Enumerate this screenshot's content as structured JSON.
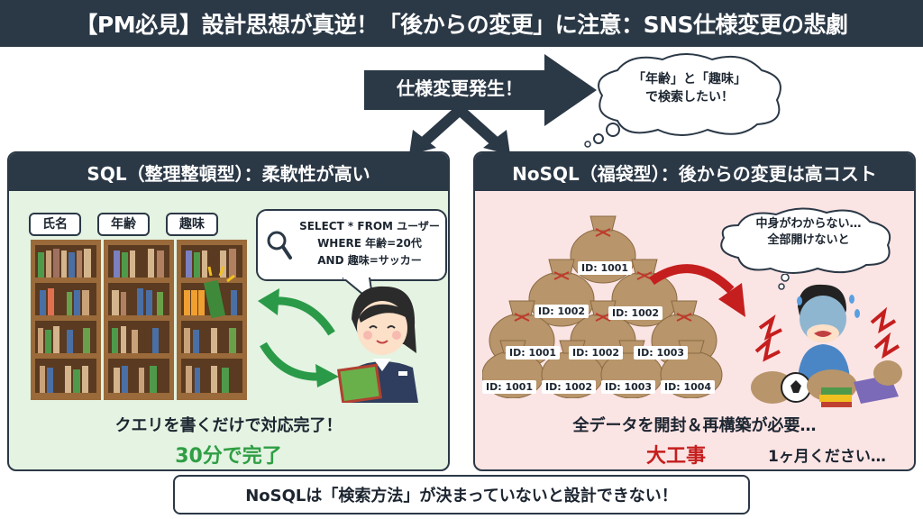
{
  "header": {
    "title": "【PM必見】設計思想が真逆！「後からの変更」に注意：SNS仕様変更の悲劇"
  },
  "event": {
    "label": "仕様変更発生！",
    "thought_line1": "「年齢」と「趣味」",
    "thought_line2": "で検索したい！"
  },
  "sql_panel": {
    "title": "SQL（整理整頓型）：柔軟性が高い",
    "shelf_labels": [
      "氏名",
      "年齢",
      "趣味"
    ],
    "query_lines": [
      "SELECT * FROM ユーザー",
      "WHERE 年齢=20代",
      "AND 趣味=サッカー"
    ],
    "caption": "クエリを書くだけで対応完了！",
    "result": "30分で完了",
    "result_color": "#2f9e44"
  },
  "nosql_panel": {
    "title": "NoSQL（福袋型）：後からの変更は高コスト",
    "bag_rows": [
      [
        "ID: 1001"
      ],
      [
        "ID: 1002",
        "ID: 1002"
      ],
      [
        "ID: 1001",
        "ID: 1002",
        "ID: 1003"
      ],
      [
        "ID: 1001",
        "ID: 1002",
        "ID: 1003",
        "ID: 1004"
      ]
    ],
    "thought_line1": "中身がわからない…",
    "thought_line2": "全部開けないと",
    "caption": "全データを開封＆再構築が必要…",
    "result": "大工事",
    "aside": "1ヶ月ください…",
    "result_color": "#c51e1e"
  },
  "footer": {
    "note": "NoSQLは「検索方法」が決まっていないと設計できない！"
  },
  "colors": {
    "header_bg": "#2b3846",
    "sql_bg": "#e4f3e2",
    "nosql_bg": "#fbe4e4"
  }
}
